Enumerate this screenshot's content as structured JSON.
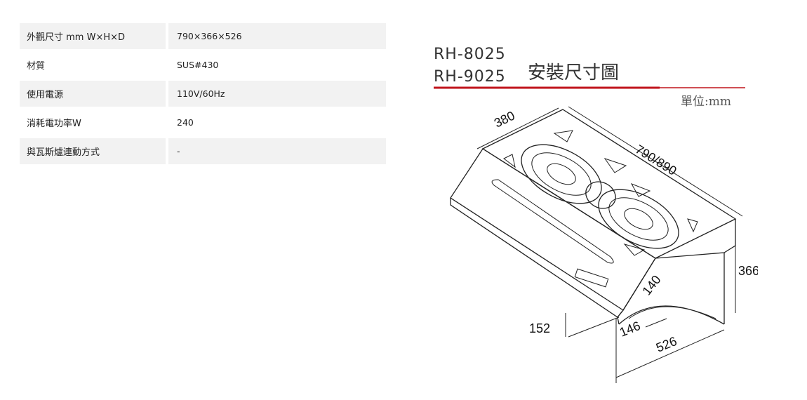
{
  "specs": [
    {
      "label": "外觀尺寸 mm W×H×D",
      "value": "790×366×526"
    },
    {
      "label": "材質",
      "value": "SUS#430"
    },
    {
      "label": "使用電源",
      "value": "110V/60Hz"
    },
    {
      "label": "消耗電功率W",
      "value": "240"
    },
    {
      "label": "與瓦斯爐連動方式",
      "value": "-"
    }
  ],
  "diagram": {
    "models": [
      "RH-8025",
      "RH-9025"
    ],
    "title": "安裝尺寸圖",
    "unit": "單位:mm",
    "accent_color": "#c0141c",
    "dimensions": {
      "depth_top": "380",
      "width": "790/890",
      "height": "366",
      "front_height": "152",
      "duct_offset": "146",
      "duct_diameter": "140",
      "depth_total": "526"
    }
  }
}
